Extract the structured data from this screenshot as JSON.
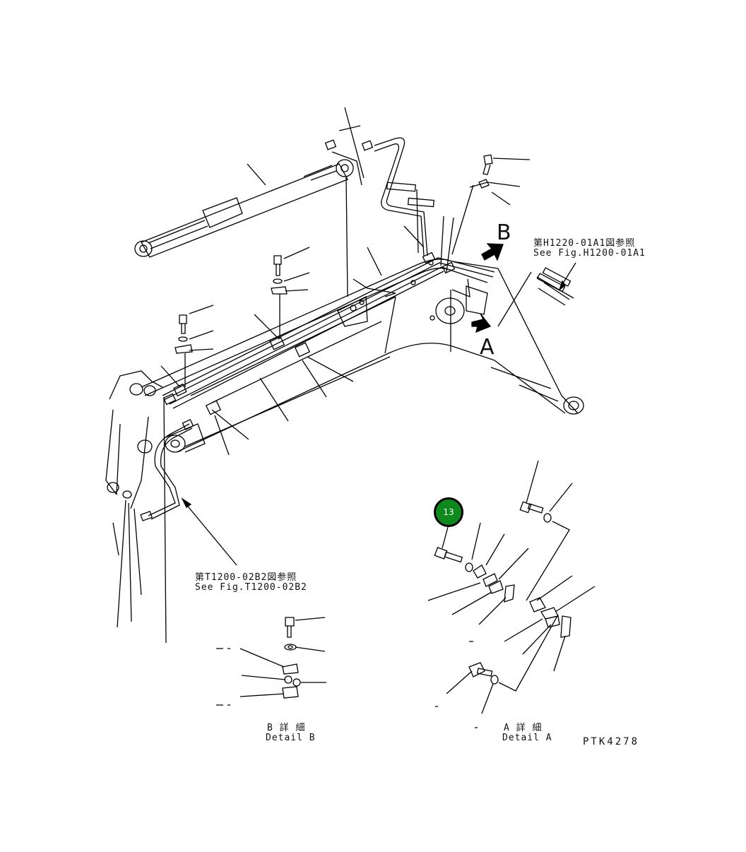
{
  "callouts": {
    "ref_h": {
      "jp": "第H1220-01A1図参照",
      "en": "See Fig.H1200-01A1"
    },
    "ref_t": {
      "jp": "第T1200-02B2図参照",
      "en": "See Fig.T1200-02B2"
    }
  },
  "view_markers": {
    "a": "A",
    "b": "B"
  },
  "details": {
    "b": {
      "jp": "B 詳 細",
      "en": "Detail B"
    },
    "a": {
      "jp": "A 詳 細",
      "en": "Detail A"
    }
  },
  "drawing_code": "PTK4278",
  "part_badge": {
    "number": "13",
    "color": "#0e8a1c"
  }
}
